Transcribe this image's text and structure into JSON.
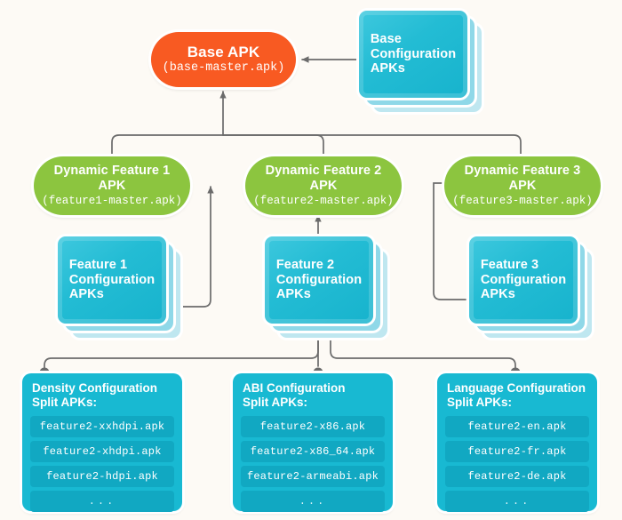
{
  "diagram": {
    "title": "Android App Bundle APK split structure",
    "colors": {
      "background": "#fdfaf5",
      "base_apk": "#f85a22",
      "feature_apk": "#8cc53f",
      "config_apk": "#23bcd4",
      "split_panel": "#18b9d2",
      "split_row": "#11a8c2",
      "connector": "#6b6b6b"
    }
  },
  "base": {
    "title": "Base APK",
    "file": "(base-master.apk)"
  },
  "base_config": {
    "title_lines": [
      "Base",
      "Configuration",
      "APKs"
    ]
  },
  "features": [
    {
      "title_lines": [
        "Dynamic Feature 1",
        "APK"
      ],
      "file": "(feature1-master.apk)",
      "config_lines": [
        "Feature 1",
        "Configuration",
        "APKs"
      ]
    },
    {
      "title_lines": [
        "Dynamic Feature 2",
        "APK"
      ],
      "file": "(feature2-master.apk)",
      "config_lines": [
        "Feature 2",
        "Configuration",
        "APKs"
      ]
    },
    {
      "title_lines": [
        "Dynamic Feature 3",
        "APK"
      ],
      "file": "(feature3-master.apk)",
      "config_lines": [
        "Feature 3",
        "Configuration",
        "APKs"
      ]
    }
  ],
  "splits": [
    {
      "title_lines": [
        "Density Configuration",
        "Split APKs:"
      ],
      "rows": [
        "feature2-xxhdpi.apk",
        "feature2-xhdpi.apk",
        "feature2-hdpi.apk",
        "..."
      ]
    },
    {
      "title_lines": [
        "ABI Configuration",
        "Split APKs:"
      ],
      "rows": [
        "feature2-x86.apk",
        "feature2-x86_64.apk",
        "feature2-armeabi.apk",
        "..."
      ]
    },
    {
      "title_lines": [
        "Language Configuration",
        "Split APKs:"
      ],
      "rows": [
        "feature2-en.apk",
        "feature2-fr.apk",
        "feature2-de.apk",
        "..."
      ]
    }
  ]
}
